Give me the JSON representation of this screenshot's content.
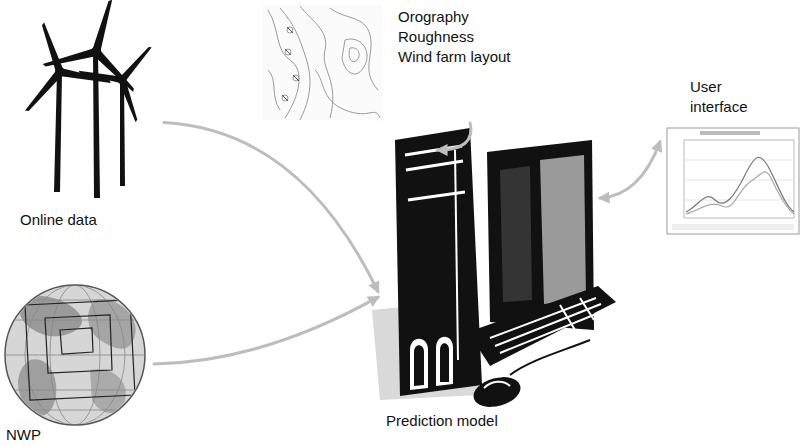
{
  "diagram": {
    "nodes": [
      {
        "text": [
          "Orography",
          "Roughness",
          "Wind farm layout"
        ]
      },
      {
        "text": [
          "Online data"
        ]
      },
      {
        "text": [
          "User interface"
        ]
      },
      {
        "text": [
          "NWP"
        ]
      },
      {
        "text": [
          "Prediction model"
        ]
      }
    ],
    "edges": [
      {
        "from": 1,
        "to": 4,
        "arrow": "to"
      },
      {
        "from": 3,
        "to": 4,
        "arrow": "to"
      },
      {
        "from": 0,
        "to": 4,
        "arrow": "to"
      },
      {
        "from": 4,
        "to": 2,
        "arrow": "both"
      }
    ]
  }
}
